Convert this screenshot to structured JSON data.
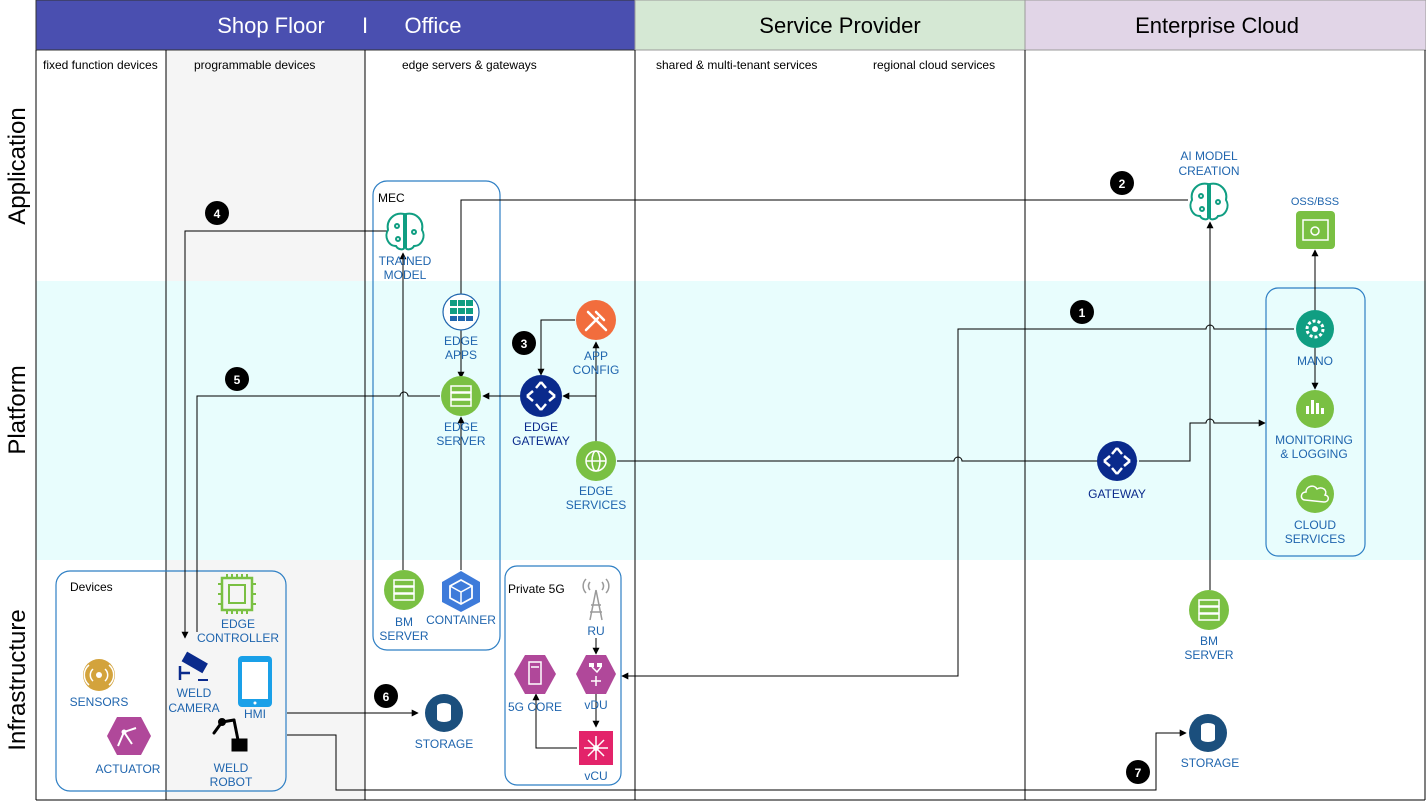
{
  "header": {
    "shop_floor": "Shop Floor",
    "separator": "I",
    "office": "Office",
    "service_provider": "Service Provider",
    "enterprise_cloud": "Enterprise Cloud"
  },
  "columns": {
    "fixed_function": "fixed function devices",
    "programmable": "programmable devices",
    "edge_servers": "edge servers & gateways",
    "shared": "shared & multi-tenant services",
    "regional": "regional cloud services"
  },
  "layers": {
    "application": "Application",
    "platform": "Platform",
    "infrastructure": "Infrastructure"
  },
  "groups": {
    "mec": "MEC",
    "devices": "Devices",
    "private_5g": "Private 5G"
  },
  "nodes": {
    "trained_model": [
      "TRAINED",
      "MODEL"
    ],
    "ai_model_creation": [
      "AI MODEL",
      "CREATION"
    ],
    "oss_bss": "OSS/BSS",
    "edge_apps": [
      "EDGE",
      "APPS"
    ],
    "app_config": [
      "APP",
      "CONFIG"
    ],
    "edge_server": [
      "EDGE",
      "SERVER"
    ],
    "edge_gateway": [
      "EDGE",
      "GATEWAY"
    ],
    "edge_services": [
      "EDGE",
      "SERVICES"
    ],
    "gateway": "GATEWAY",
    "mano": "MANO",
    "monitoring": [
      "MONITORING",
      "& LOGGING"
    ],
    "cloud_services": [
      "CLOUD",
      "SERVICES"
    ],
    "bm_server_office": [
      "BM",
      "SERVER"
    ],
    "container": "CONTAINER",
    "bm_server_cloud": [
      "BM",
      "SERVER"
    ],
    "edge_controller": [
      "EDGE",
      "CONTROLLER"
    ],
    "sensors": "SENSORS",
    "weld_camera": [
      "WELD",
      "CAMERA"
    ],
    "hmi": "HMI",
    "actuator": "ACTUATOR",
    "weld_robot": [
      "WELD",
      "ROBOT"
    ],
    "storage_office": "STORAGE",
    "ru": "RU",
    "core_5g": "5G CORE",
    "vdu": "vDU",
    "vcu": "vCU",
    "storage_cloud": "STORAGE"
  },
  "steps": [
    "1",
    "2",
    "3",
    "4",
    "5",
    "6",
    "7"
  ],
  "colors": {
    "header_blue": "#4A4FB0",
    "header_green": "#D5E8D4",
    "header_purple": "#E1D5E7",
    "platform_band": "#E8FDFD",
    "shopfloor_gray": "#F5F5F5",
    "label_blue": "#1F65AE",
    "icon_green": "#7AC043",
    "icon_teal": "#109E82",
    "icon_navy": "#0A2A8C",
    "icon_orange": "#F26D3D",
    "icon_purple": "#B0489A",
    "icon_pink": "#E3236A",
    "icon_gold": "#D3A33C",
    "storage_blue": "#1B4F7D",
    "container_blue": "#3E7BDA",
    "group_border": "#2E7FC4"
  }
}
